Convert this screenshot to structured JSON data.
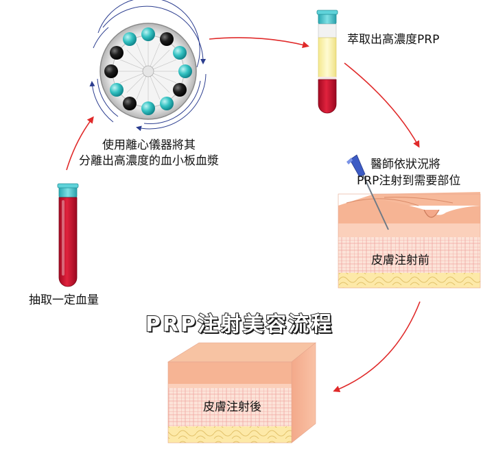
{
  "title": "PRP注射美容流程",
  "steps": {
    "draw_blood": "抽取一定血量",
    "centrifuge_line1": "使用離心儀器將其",
    "centrifuge_line2": "分離出高濃度的血小板血漿",
    "extract": "萃取出高濃度PRP",
    "inject_line1": "醫師依狀況將",
    "inject_line2": "PRP注射到需要部位",
    "before": "皮膚注射前",
    "after": "皮膚注射後"
  },
  "colors": {
    "arrow": "#e02a2a",
    "blood": "#c8102e",
    "plasma": "#fbf3b0",
    "cap": "#3fbfc6",
    "skin_top": "#f6b494",
    "fat": "#fce6a2"
  }
}
